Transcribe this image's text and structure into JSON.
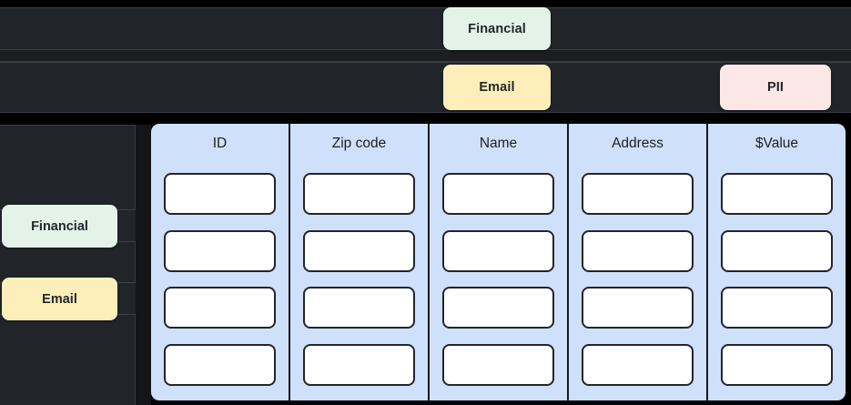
{
  "colors": {
    "page_background": "#000000",
    "band_background": "#212429",
    "sidebar_background": "#212429",
    "table_column_background": "#cfe0fa",
    "cell_background": "#ffffff",
    "cell_border": "#22252a",
    "tag_financial": "#e3f3e8",
    "tag_email": "#fdeeba",
    "tag_pii": "#fbe7e6",
    "tag_text": "#23262b"
  },
  "top_tags": [
    {
      "label": "Financial",
      "color": "#e3f3e8"
    },
    {
      "label": "Email",
      "color": "#fdeeba"
    },
    {
      "label": "PII",
      "color": "#fbe7e6"
    }
  ],
  "sidebar": {
    "tags": [
      {
        "label": "Financial",
        "color": "#e3f3e8"
      },
      {
        "label": "Email",
        "color": "#fdeeba"
      }
    ]
  },
  "table": {
    "columns": [
      {
        "header": "ID",
        "cells": [
          "",
          "",
          "",
          ""
        ]
      },
      {
        "header": "Zip code",
        "cells": [
          "",
          "",
          "",
          ""
        ]
      },
      {
        "header": "Name",
        "cells": [
          "",
          "",
          "",
          ""
        ]
      },
      {
        "header": "Address",
        "cells": [
          "",
          "",
          "",
          ""
        ]
      },
      {
        "header": "$Value",
        "cells": [
          "",
          "",
          "",
          ""
        ]
      }
    ],
    "row_count": 4,
    "column_count": 5
  }
}
